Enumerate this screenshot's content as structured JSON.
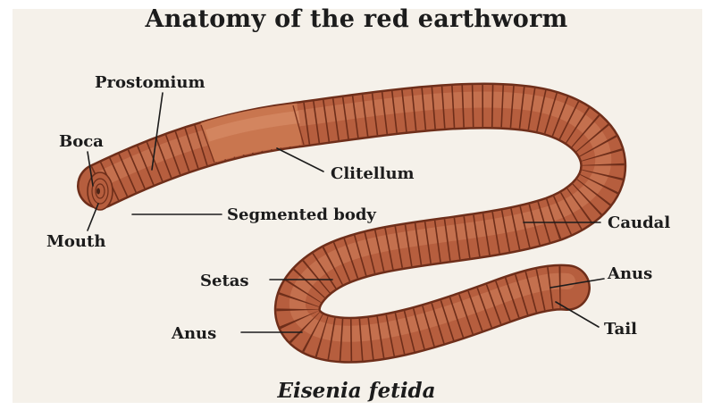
{
  "title": "Anatomy of the red earthworm",
  "species": "Eisenia fetida",
  "labels": {
    "prostomium": "Prostomium",
    "boca": "Boca",
    "clitellum": "Clitellum",
    "segmented_body": "Segmented body",
    "mouth": "Mouth",
    "caudal": "Caudal",
    "setas": "Setas",
    "anus_top": "Anus",
    "anus_bottom": "Anus",
    "tail": "Tail"
  },
  "colors": {
    "background": "#f5f1ea",
    "body": "#b65e3e",
    "body_dark": "#7a331d",
    "clitellum": "#c9764f",
    "ink": "#1c1c1c"
  }
}
